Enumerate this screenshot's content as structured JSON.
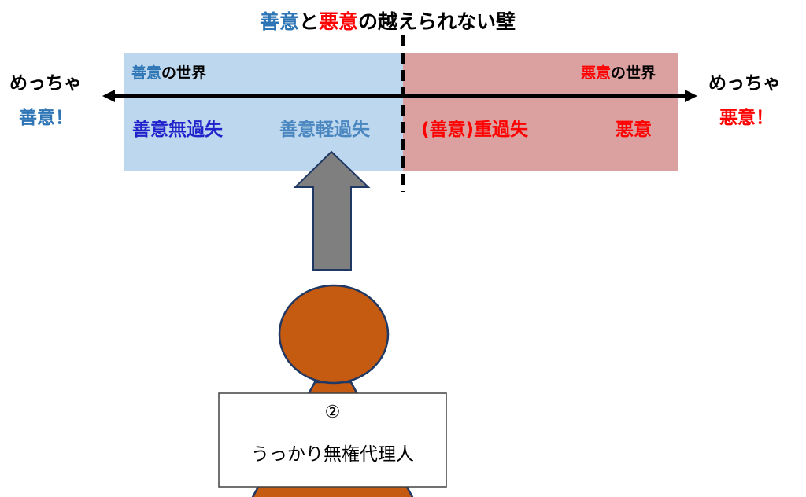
{
  "title": {
    "part1": "善意",
    "part2": "と",
    "part3": "悪意",
    "part4": "の越えられない壁"
  },
  "left_world": {
    "highlight": "善意",
    "rest": "の世界"
  },
  "right_world": {
    "highlight": "悪意",
    "rest": "の世界"
  },
  "left_end": {
    "line1": "めっちゃ",
    "line2": "善意！"
  },
  "right_end": {
    "line1": "めっちゃ",
    "line2": "悪意！"
  },
  "categories": [
    "善意無過失",
    "善意軽過失",
    "(善意)重過失",
    "悪意"
  ],
  "person": {
    "number": "②",
    "label": "うっかり無権代理人"
  },
  "colors": {
    "good_zone": "#bdd7ee",
    "bad_zone": "#dba0a0",
    "good_text": "#2e75b6",
    "bad_text": "#ff0000",
    "person": "#c55a11"
  }
}
